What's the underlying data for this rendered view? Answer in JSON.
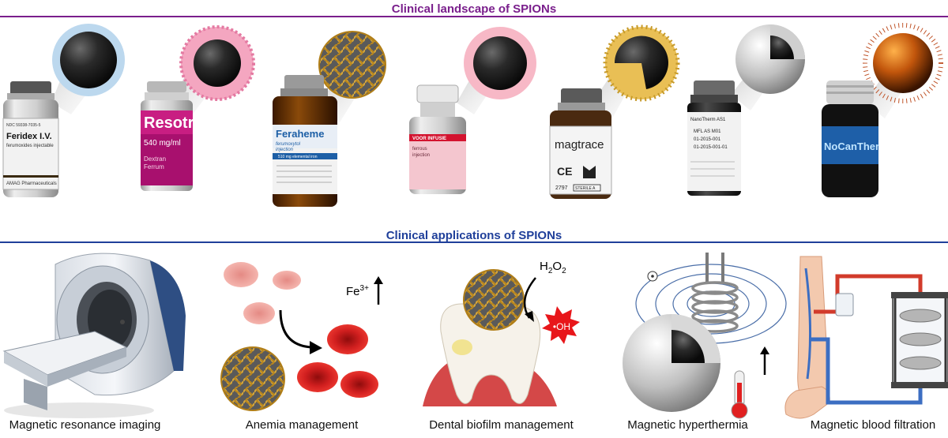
{
  "landscape": {
    "title": "Clinical landscape of SPIONs",
    "title_color": "#7a1f8c",
    "vials": [
      {
        "label_main": "Feridex I.V.",
        "label_lines": [
          "NDC 59338-7035-5",
          "ferumoxides injectable",
          "AMAG Pharmaceuticals"
        ],
        "coating": "light-blue-shell"
      },
      {
        "label_main": "Resotran",
        "label_lines": [
          "540 mg/ml",
          "Dextran",
          "Ferrum"
        ],
        "coating": "pink-wavy-shell"
      },
      {
        "label_main": "Feraheme",
        "label_lines": [
          "ferumoxytol",
          "injection",
          "510 mg elemental iron"
        ],
        "coating": "gold-polymer-mesh"
      },
      {
        "label_main": "VOOR INFUSIE",
        "label_lines": [
          "ferrous",
          "injection"
        ],
        "coating": "pink-shell"
      },
      {
        "label_main": "magtrace",
        "label_lines": [
          "CE",
          "2797",
          "STERILE A"
        ],
        "coating": "yellow-porous-shell"
      },
      {
        "label_main": "NanoTherm AS1",
        "label_lines": [
          "MFL AS M01",
          "01-2015-001",
          "01-2015-001-01"
        ],
        "coating": "silica-shell-cutaway"
      },
      {
        "label_main": "NoCanTher",
        "label_lines": [],
        "coating": "orange-core-spiky"
      }
    ]
  },
  "applications": {
    "title": "Clinical applications of SPIONs",
    "title_color": "#1f3f9a",
    "items": [
      {
        "caption": "Magnetic resonance imaging"
      },
      {
        "caption": "Anemia management",
        "ion_label": "Fe",
        "ion_charge": "3+"
      },
      {
        "caption": "Dental biofilm management",
        "reagent": "H",
        "reagent_sub": "2",
        "reagent_mid": "O",
        "reagent_sub2": "2",
        "product": "•OH"
      },
      {
        "caption": "Magnetic hyperthermia"
      },
      {
        "caption": "Magnetic blood filtration"
      }
    ]
  },
  "colors": {
    "purple_rule": "#7a1f8c",
    "blue_rule": "#1f3f9a",
    "core": "#2a2a2a",
    "gold": "#c89a2a",
    "rbc": "#d82222"
  }
}
